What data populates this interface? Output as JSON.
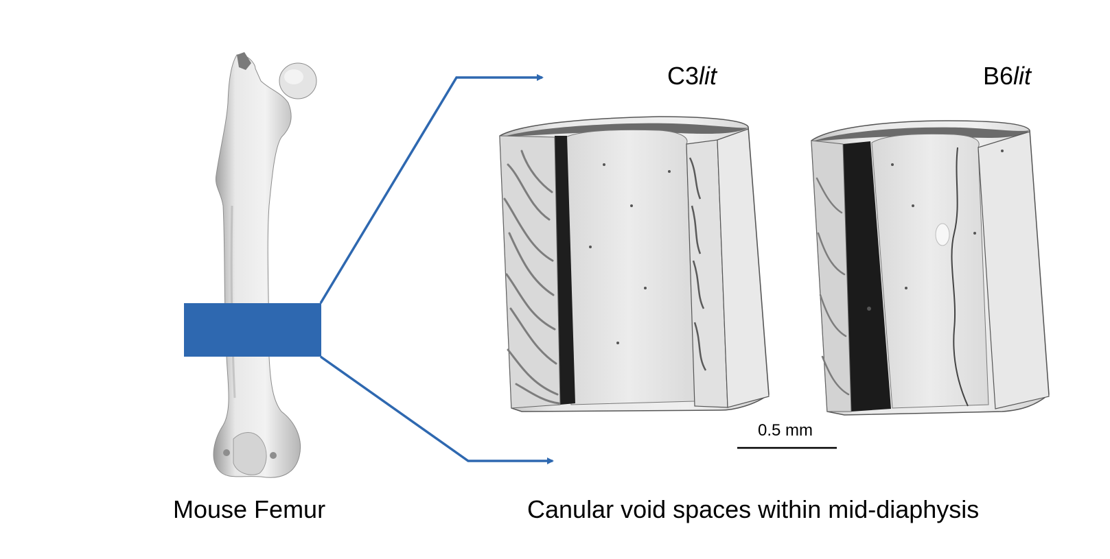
{
  "captions": {
    "femur": "Mouse Femur",
    "voids": "Canular void spaces within mid-diaphysis"
  },
  "panels": {
    "c3": {
      "prefix": "C3",
      "suffix": "lit"
    },
    "b6": {
      "prefix": "B6",
      "suffix": "lit"
    }
  },
  "scale_bar": {
    "label": "0.5 mm"
  },
  "colors": {
    "highlight": "#2E68B0",
    "arrow": "#2E68B0",
    "bone": "#e6e6e6",
    "bone_shadow": "#8a8a8a",
    "bone_dark": "#1a1a1a"
  }
}
